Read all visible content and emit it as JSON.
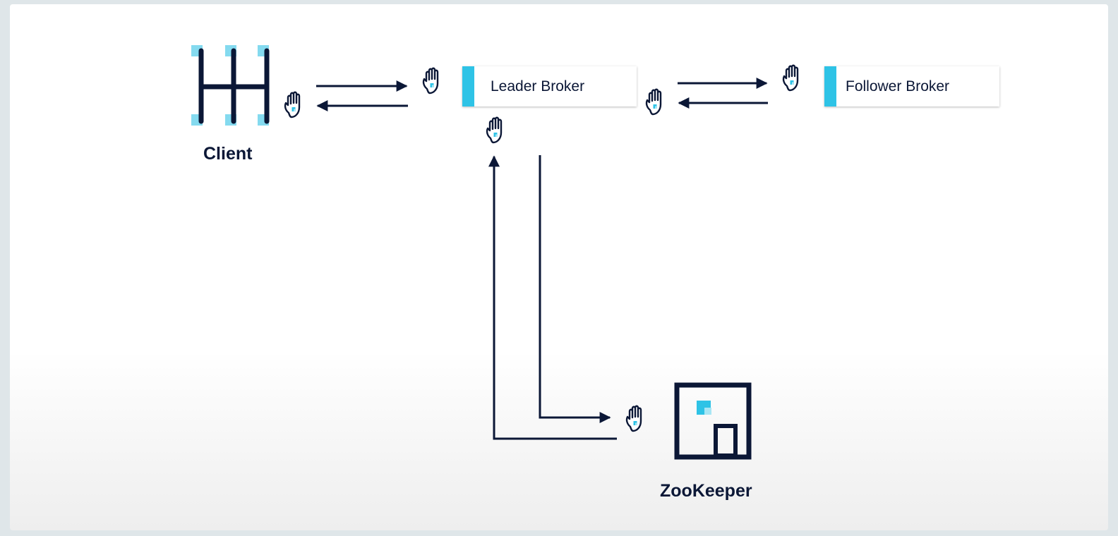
{
  "nodes": {
    "client": {
      "label": "Client"
    },
    "leader_broker": {
      "label": "Leader Broker"
    },
    "follower_broker": {
      "label": "Follower Broker"
    },
    "zookeeper": {
      "label": "ZooKeeper"
    }
  },
  "icons": {
    "client": "client-rack-icon",
    "zookeeper": "zookeeper-building-icon",
    "interaction_marker": "hand-icon"
  },
  "colors": {
    "ink": "#0b1736",
    "accent": "#2ec3e6",
    "background": "#ffffff"
  }
}
